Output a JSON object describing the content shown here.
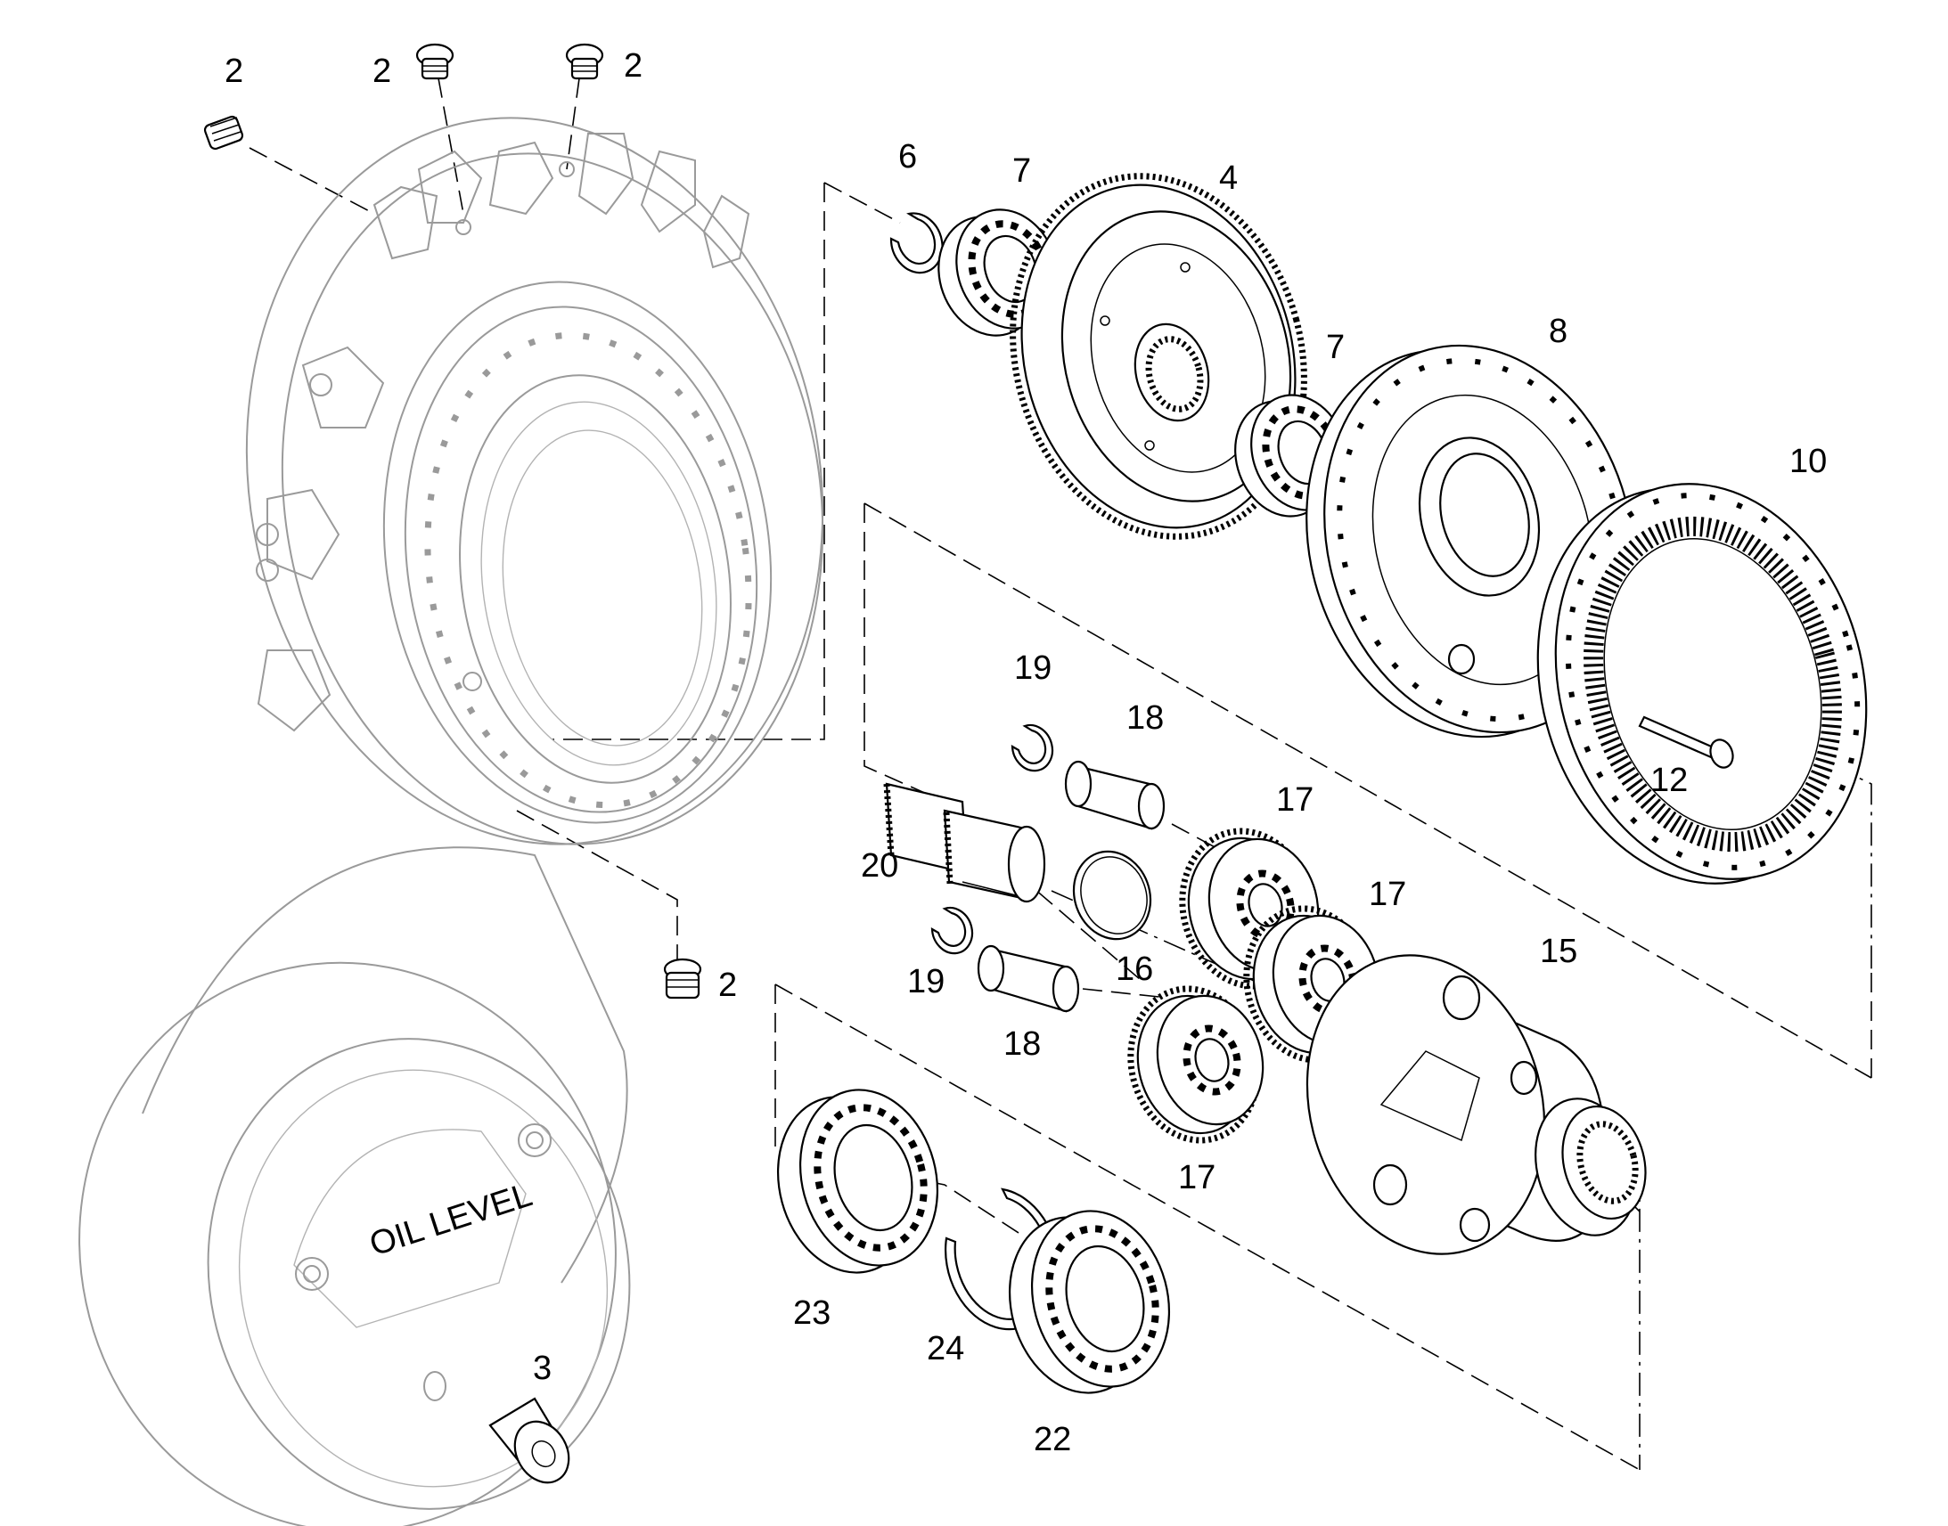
{
  "callouts": [
    {
      "id": "c2a",
      "text": "2"
    },
    {
      "id": "c2b",
      "text": "2"
    },
    {
      "id": "c2c",
      "text": "2"
    },
    {
      "id": "c2d",
      "text": "2"
    },
    {
      "id": "c3",
      "text": "3"
    },
    {
      "id": "c4",
      "text": "4"
    },
    {
      "id": "c6",
      "text": "6"
    },
    {
      "id": "c7a",
      "text": "7"
    },
    {
      "id": "c7b",
      "text": "7"
    },
    {
      "id": "c8",
      "text": "8"
    },
    {
      "id": "c10",
      "text": "10"
    },
    {
      "id": "c12",
      "text": "12"
    },
    {
      "id": "c15",
      "text": "15"
    },
    {
      "id": "c16",
      "text": "16"
    },
    {
      "id": "c17a",
      "text": "17"
    },
    {
      "id": "c17b",
      "text": "17"
    },
    {
      "id": "c17c",
      "text": "17"
    },
    {
      "id": "c18a",
      "text": "18"
    },
    {
      "id": "c18b",
      "text": "18"
    },
    {
      "id": "c19a",
      "text": "19"
    },
    {
      "id": "c19b",
      "text": "19"
    },
    {
      "id": "c20",
      "text": "20"
    },
    {
      "id": "c22",
      "text": "22"
    },
    {
      "id": "c23",
      "text": "23"
    },
    {
      "id": "c24",
      "text": "24"
    }
  ],
  "cover_text": "OIL LEVEL",
  "colors": {
    "line": "#000000",
    "ghost": "#9a9a9a",
    "background": "#ffffff"
  }
}
